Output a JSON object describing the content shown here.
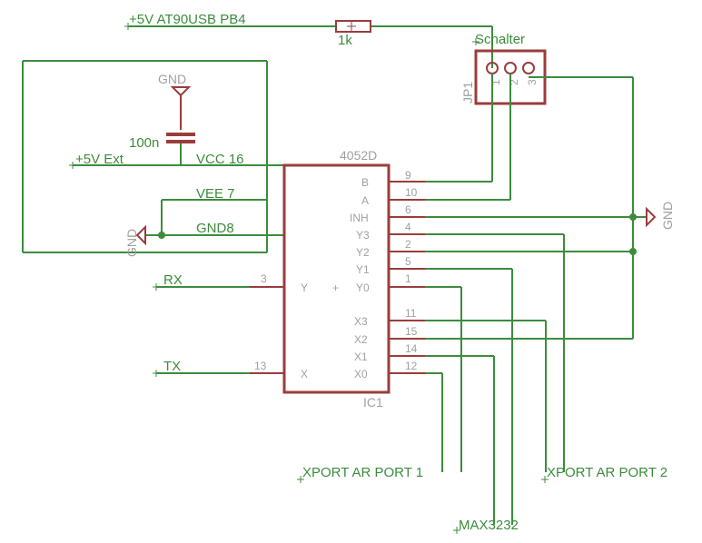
{
  "nets": {
    "vusb": "+5V AT90USB PB4",
    "vext": "+5V Ext",
    "vcc": "VCC 16",
    "vee": "VEE 7",
    "gnd8": "GND8",
    "rx": "RX",
    "tx": "TX",
    "xport1": "XPORT AR PORT 1",
    "xport2": "XPORT AR PORT 2",
    "max": "MAX3232"
  },
  "resistor": {
    "value": "1k"
  },
  "capacitor": {
    "value": "100n"
  },
  "gnd_label": "GND",
  "switch": {
    "name": "Schalter",
    "ref": "JP1",
    "pins": [
      "1",
      "2",
      "3"
    ]
  },
  "ic": {
    "type": "4052D",
    "ref": "IC1",
    "right_pins": [
      {
        "label": "B",
        "num": "9"
      },
      {
        "label": "A",
        "num": "10"
      },
      {
        "label": "INH",
        "num": "6"
      },
      {
        "label": "Y3",
        "num": "4"
      },
      {
        "label": "Y2",
        "num": "2"
      },
      {
        "label": "Y1",
        "num": "5"
      },
      {
        "label": "Y0",
        "num": "1"
      },
      {
        "label": "X3",
        "num": "11"
      },
      {
        "label": "X2",
        "num": "15"
      },
      {
        "label": "X1",
        "num": "14"
      },
      {
        "label": "X0",
        "num": "12"
      }
    ],
    "left_pins": [
      {
        "label": "Y",
        "num": "3"
      },
      {
        "label": "X",
        "num": "13"
      }
    ]
  }
}
